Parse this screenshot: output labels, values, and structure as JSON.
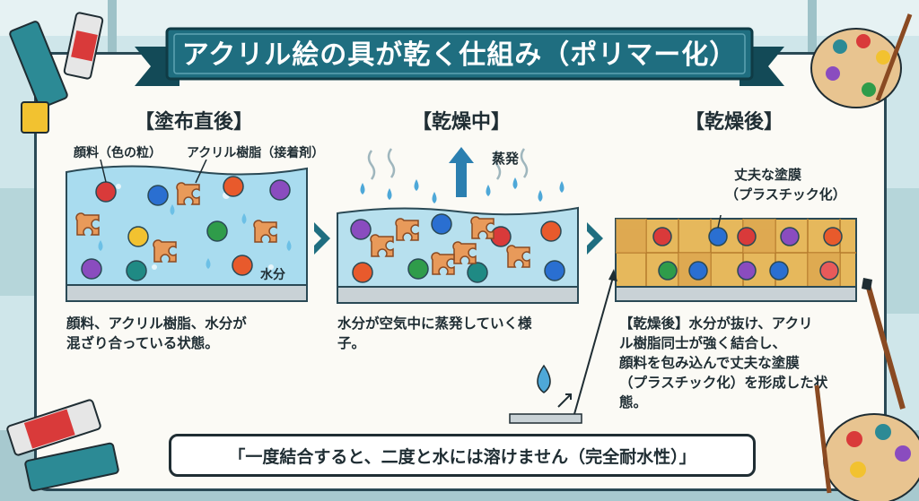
{
  "title": "アクリル絵の具が乾く仕組み（ポリマー化）",
  "stages": [
    {
      "heading": "【塗布直後】",
      "description_lines": [
        "顔料、アクリル樹脂、水分が",
        "混ざり合っている状態。"
      ],
      "labels": {
        "pigment": "顔料（色の粒）",
        "resin": "アクリル樹脂（接着剤）",
        "water": "水分"
      }
    },
    {
      "heading": "【乾燥中】",
      "description_lines": [
        "水分が空気中に蒸発していく様",
        "子。"
      ],
      "labels": {
        "evaporation": "蒸発"
      }
    },
    {
      "heading": "【乾燥後】",
      "description_lines": [
        "【乾燥後】水分が抜け、アクリ",
        "ル樹脂同士が強く結合し、",
        "顔料を包み込んで丈夫な塗膜",
        "（プラスチック化）を形成した状",
        "態。"
      ],
      "labels": {
        "film_line1": "丈夫な塗膜",
        "film_line2": "（プラスチック化）"
      }
    }
  ],
  "bottom_note": "「一度結合すると、二度と水には溶けません（完全耐水性）」",
  "colors": {
    "ribbon": "#1f6e80",
    "ribbon_dark": "#134a57",
    "water": "#a9dcef",
    "resin": "#e89a5a",
    "film": "#e6b85c"
  },
  "icons": [
    "paint-tube-icon",
    "palette-icon",
    "brush-icon",
    "water-drop-icon",
    "arrow-up-icon",
    "chevron-right-icon"
  ]
}
